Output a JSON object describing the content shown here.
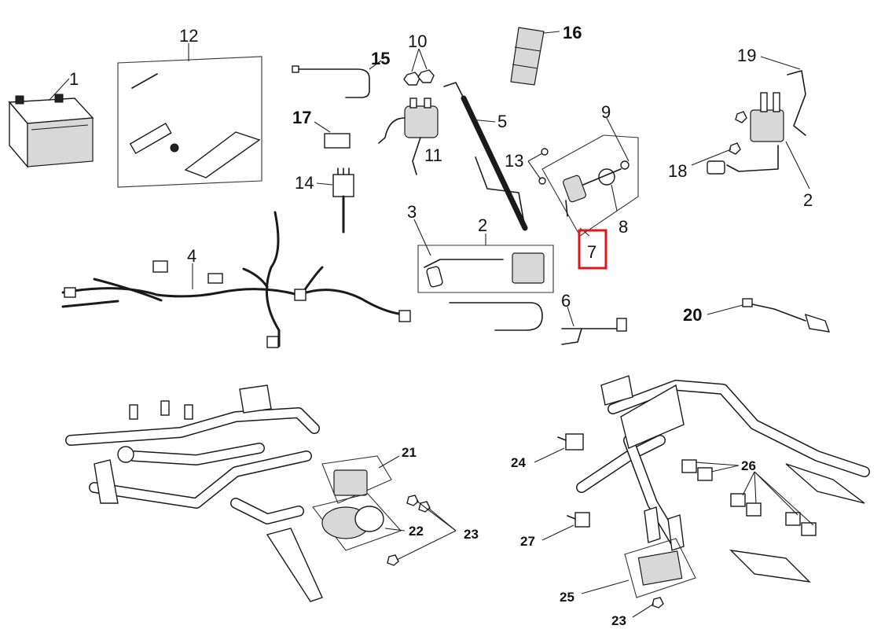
{
  "callouts": [
    {
      "id": "c1",
      "label": "1"
    },
    {
      "id": "c2a",
      "label": "2"
    },
    {
      "id": "c2b",
      "label": "2"
    },
    {
      "id": "c3",
      "label": "3"
    },
    {
      "id": "c4",
      "label": "4"
    },
    {
      "id": "c5",
      "label": "5"
    },
    {
      "id": "c6",
      "label": "6"
    },
    {
      "id": "c7",
      "label": "7"
    },
    {
      "id": "c8",
      "label": "8"
    },
    {
      "id": "c9",
      "label": "9"
    },
    {
      "id": "c10",
      "label": "10"
    },
    {
      "id": "c11",
      "label": "11"
    },
    {
      "id": "c12",
      "label": "12"
    },
    {
      "id": "c13",
      "label": "13"
    },
    {
      "id": "c14",
      "label": "14"
    },
    {
      "id": "c15",
      "label": "15"
    },
    {
      "id": "c16",
      "label": "16"
    },
    {
      "id": "c17",
      "label": "17"
    },
    {
      "id": "c18",
      "label": "18"
    },
    {
      "id": "c19",
      "label": "19"
    },
    {
      "id": "c20",
      "label": "20"
    },
    {
      "id": "c21",
      "label": "21"
    },
    {
      "id": "c22",
      "label": "22"
    },
    {
      "id": "c23a",
      "label": "23"
    },
    {
      "id": "c23b",
      "label": "23"
    },
    {
      "id": "c24",
      "label": "24"
    },
    {
      "id": "c25",
      "label": "25"
    },
    {
      "id": "c26",
      "label": "26"
    },
    {
      "id": "c27",
      "label": "27"
    }
  ],
  "highlight": {
    "callout": "7",
    "color": "#e0141b"
  }
}
